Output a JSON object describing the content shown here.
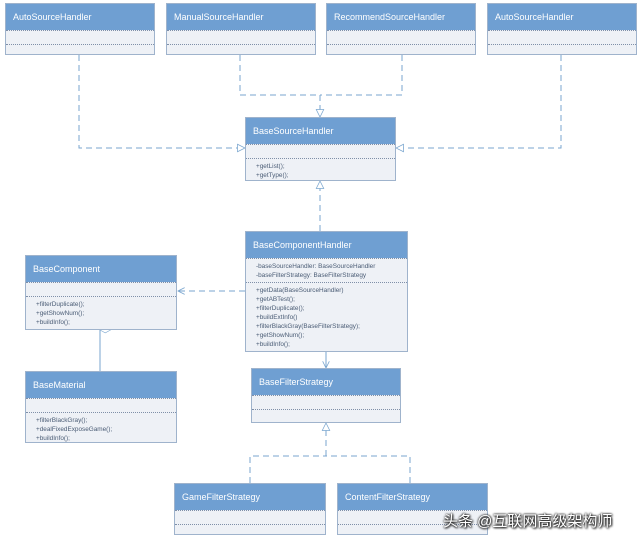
{
  "classes": {
    "auto1": {
      "name": "AutoSourceHandler",
      "attributes": [],
      "methods": []
    },
    "manual": {
      "name": "ManualSourceHandler",
      "attributes": [],
      "methods": []
    },
    "recommend": {
      "name": "RecommendSourceHandler",
      "attributes": [],
      "methods": []
    },
    "auto2": {
      "name": "AutoSourceHandler",
      "attributes": [],
      "methods": []
    },
    "base_source": {
      "name": "BaseSourceHandler",
      "attributes": [],
      "methods": [
        "+getList();",
        "+getType();"
      ]
    },
    "base_component_handler": {
      "name": "BaseComponentHandler",
      "attributes": [
        "-baseSourceHandler: BaseSourceHandler",
        "-baseFilterStrategy: BaseFilterStrategy"
      ],
      "methods": [
        "+getData(BaseSourceHandler)",
        "+getABTest();",
        "+filterDuplicate();",
        "+buildExtInfo()",
        "+filterBlackGray(BaseFilterStrategy);",
        "+getShowNum();",
        "+buildInfo();"
      ]
    },
    "base_component": {
      "name": "BaseComponent",
      "attributes": [],
      "methods": [
        "+filterDuplicate();",
        "+getShowNum();",
        "+buildInfo();"
      ]
    },
    "base_material": {
      "name": "BaseMaterial",
      "attributes": [],
      "methods": [
        "+filterBlackGray();",
        "+dealFixedExposeGame();",
        "+buildInfo();"
      ]
    },
    "base_filter": {
      "name": "BaseFilterStrategy",
      "attributes": [],
      "methods": []
    },
    "game_filter": {
      "name": "GameFilterStrategy",
      "attributes": [],
      "methods": []
    },
    "content_filter": {
      "name": "ContentFilterStrategy",
      "attributes": [],
      "methods": []
    }
  },
  "watermark": "头条 @互联网高级架构师",
  "colors": {
    "header": "#6f9fd2",
    "body": "#eef1f6",
    "border": "#9fb3cc",
    "edge": "#7aa6cf"
  }
}
